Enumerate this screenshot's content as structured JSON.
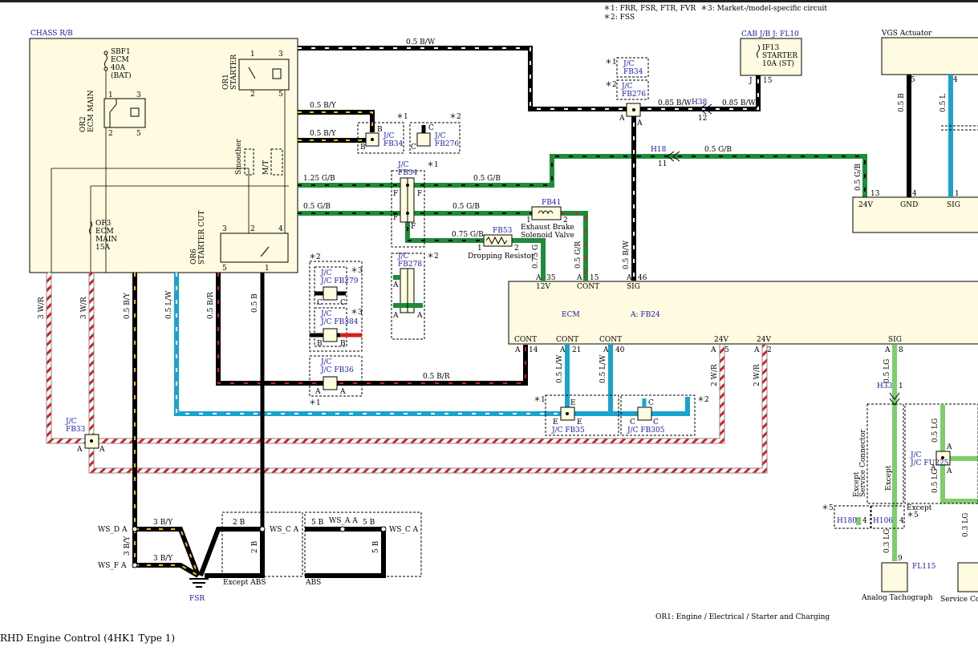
{
  "notes": {
    "n1": "＊1: FRR, FSR, FTR, FVR",
    "n2": "＊2: FSS",
    "n3": "＊3: Market-/model-specific circuit"
  },
  "chass_rb": {
    "label": "CHASS R/B",
    "sbf1": [
      "SBF1",
      "ECM",
      "40A",
      "(BAT)"
    ],
    "or2": [
      "OR2",
      "ECM MAIN"
    ],
    "or1": [
      "OR1",
      "STARTER"
    ],
    "of3": [
      "OF3",
      "ECM",
      "MAIN",
      "15A"
    ],
    "or6": [
      "OR6",
      "STARTER CUT"
    ],
    "smoother": "Smoother",
    "mt": "M/T"
  },
  "cab_jb": {
    "label": "CAB J/B  J: FL10",
    "fuse": [
      "IF13",
      "STARTER",
      "10A (ST)"
    ],
    "pin_j": "J",
    "pin_15": "15"
  },
  "vgs": {
    "label": "VGS Actuator",
    "pins": [
      "24V",
      "GND",
      "SIG"
    ],
    "pin_nums": [
      "13",
      "4",
      "1"
    ],
    "wires": [
      "0.5 G/B",
      "0.5 B",
      "0.5 L"
    ],
    "top_pins": [
      "5",
      "4"
    ]
  },
  "ecm": {
    "label": "ECM",
    "connector": "A: FB24",
    "top_pins": [
      {
        "label": "12V",
        "pin": "35"
      },
      {
        "label": "CONT",
        "pin": "15"
      },
      {
        "label": "SIG",
        "pin": "46"
      }
    ],
    "bottom_pins": [
      {
        "label": "CONT",
        "pin": "14"
      },
      {
        "label": "CONT",
        "pin": "21"
      },
      {
        "label": "CONT",
        "pin": "40"
      },
      {
        "label": "24V",
        "pin": "5"
      },
      {
        "label": "24V",
        "pin": "2"
      },
      {
        "label": "SIG",
        "pin": "8"
      }
    ]
  },
  "wires": {
    "w05bw": "0.5 B/W",
    "w085bw": "0.85 B/W",
    "w05by": "0.5 B/Y",
    "w125gb": "1.25 G/B",
    "w05gb": "0.5 G/B",
    "w075gb": "0.75 G/B",
    "w05br": "0.5 B/R",
    "w3wr": "3 W/R",
    "w05lw": "0.5 L/W",
    "w05b": "0.5 B",
    "w075g": "0.75 G",
    "w05gr": "0.5 G/R",
    "w2wr": "2 W/R",
    "w05lg": "0.5 LG",
    "w03lg": "0.3 LG",
    "w3by": "3 B/Y",
    "w2b": "2 B",
    "w5b": "5 B"
  },
  "harness": {
    "h38": "H38",
    "h38pin": "12",
    "h18": "H18",
    "h18pin": "11",
    "h33": "H33",
    "h33pin": "1",
    "h180": "H180",
    "h106": "H106",
    "pin4": "4"
  },
  "jc": {
    "fb34": "J/C FB34",
    "fb276": "J/C FB276",
    "fb278": "J/C FB278",
    "fb279": "J/C FB279",
    "fb384": "J/C FB384",
    "fb36": "J/C FB36",
    "fb33": "J/C FB33",
    "fb35": "J/C FB35",
    "fb305": "J/C FB305",
    "fu225": "J/C FU225"
  },
  "stars": {
    "s1": "＊1",
    "s2": "＊2",
    "s3": "＊3",
    "s5": "＊5"
  },
  "components": {
    "fb41": "FB41",
    "exhaust": [
      "Exhaust Brake",
      "Solenoid Valve"
    ],
    "fb53": "FB53",
    "resistor": "Dropping Resistor",
    "fl115": "FL115",
    "tachograph": "Analog Tachograph",
    "service_conn": "Service Conn",
    "except_service": [
      "Except",
      "Service Connector"
    ],
    "except_5": "Except ＊5",
    "except": "Except"
  },
  "grounds": {
    "ws_d": "WS_D A",
    "ws_f": "WS_F A",
    "ws_c": "WS_C A",
    "ws_a": "WS_A A",
    "fsr": "FSR",
    "except_abs": "Except ABS",
    "abs": "ABS"
  },
  "footer": {
    "ref": "OR1: Engine / Electrical / Starter and Charging",
    "title": "RHD Engine Control (4HK1 Type 1)"
  },
  "colors": {
    "black": "#000000",
    "yellow": "#f2c200",
    "green": "#1e8b3a",
    "red": "#d81e1e",
    "blue": "#1aa3cf",
    "lightgreen": "#7ccf6b",
    "box": "#fffbe0",
    "label": "#1a1aa8"
  }
}
